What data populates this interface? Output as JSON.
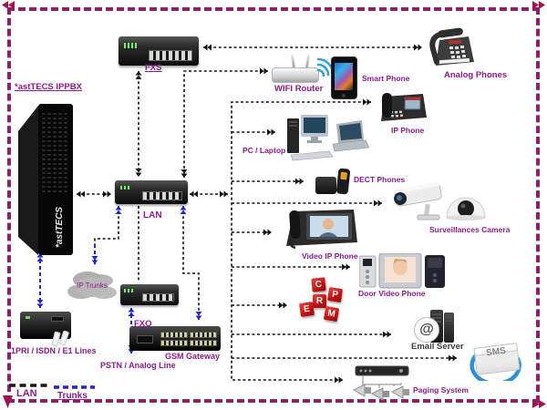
{
  "colors": {
    "label_purple": "#8B1A8B",
    "border_magenta": "#8E2069",
    "lan_line_black": "#141414",
    "trunk_line_blue": "#2326C8"
  },
  "pbx": {
    "label": "*astTECS IPPBX",
    "chassis_text": "*astTECS"
  },
  "nodes": {
    "fxs": {
      "label": "FXS"
    },
    "lan_switch": {
      "label": "LAN"
    },
    "wifi_router": {
      "label": "WIFI Router"
    },
    "smart_phone": {
      "label": "Smart Phone"
    },
    "analog_phones": {
      "label": "Analog Phones"
    },
    "ip_phone": {
      "label": "IP Phone"
    },
    "pc_laptop": {
      "label": "PC / Laptop"
    },
    "dect_phones": {
      "label": "DECT Phones"
    },
    "surveillance_camera": {
      "label": "Surveillances Camera"
    },
    "video_ip_phone": {
      "label": "Video IP Phone"
    },
    "door_video_phone": {
      "label": "Door Video Phone"
    },
    "crm_erp": {
      "letters": [
        "C",
        "P",
        "R",
        "E",
        "M"
      ]
    },
    "email_server": {
      "label": "Email Server",
      "at_symbol": "@"
    },
    "sms": {
      "label": "SMS"
    },
    "paging_system": {
      "label": "Paging System"
    },
    "gsm_gateway": {
      "label": "GSM Gateway"
    },
    "fxo": {
      "label": "FXO"
    },
    "pstn": {
      "label": "PSTN / Analog Line"
    },
    "pri_lines": {
      "label": "1PRI / ISDN / E1 Lines"
    },
    "ip_trunks": {
      "label": "IP Trunks"
    }
  },
  "legend": {
    "lan": "LAN",
    "trunks": "Trunks"
  }
}
